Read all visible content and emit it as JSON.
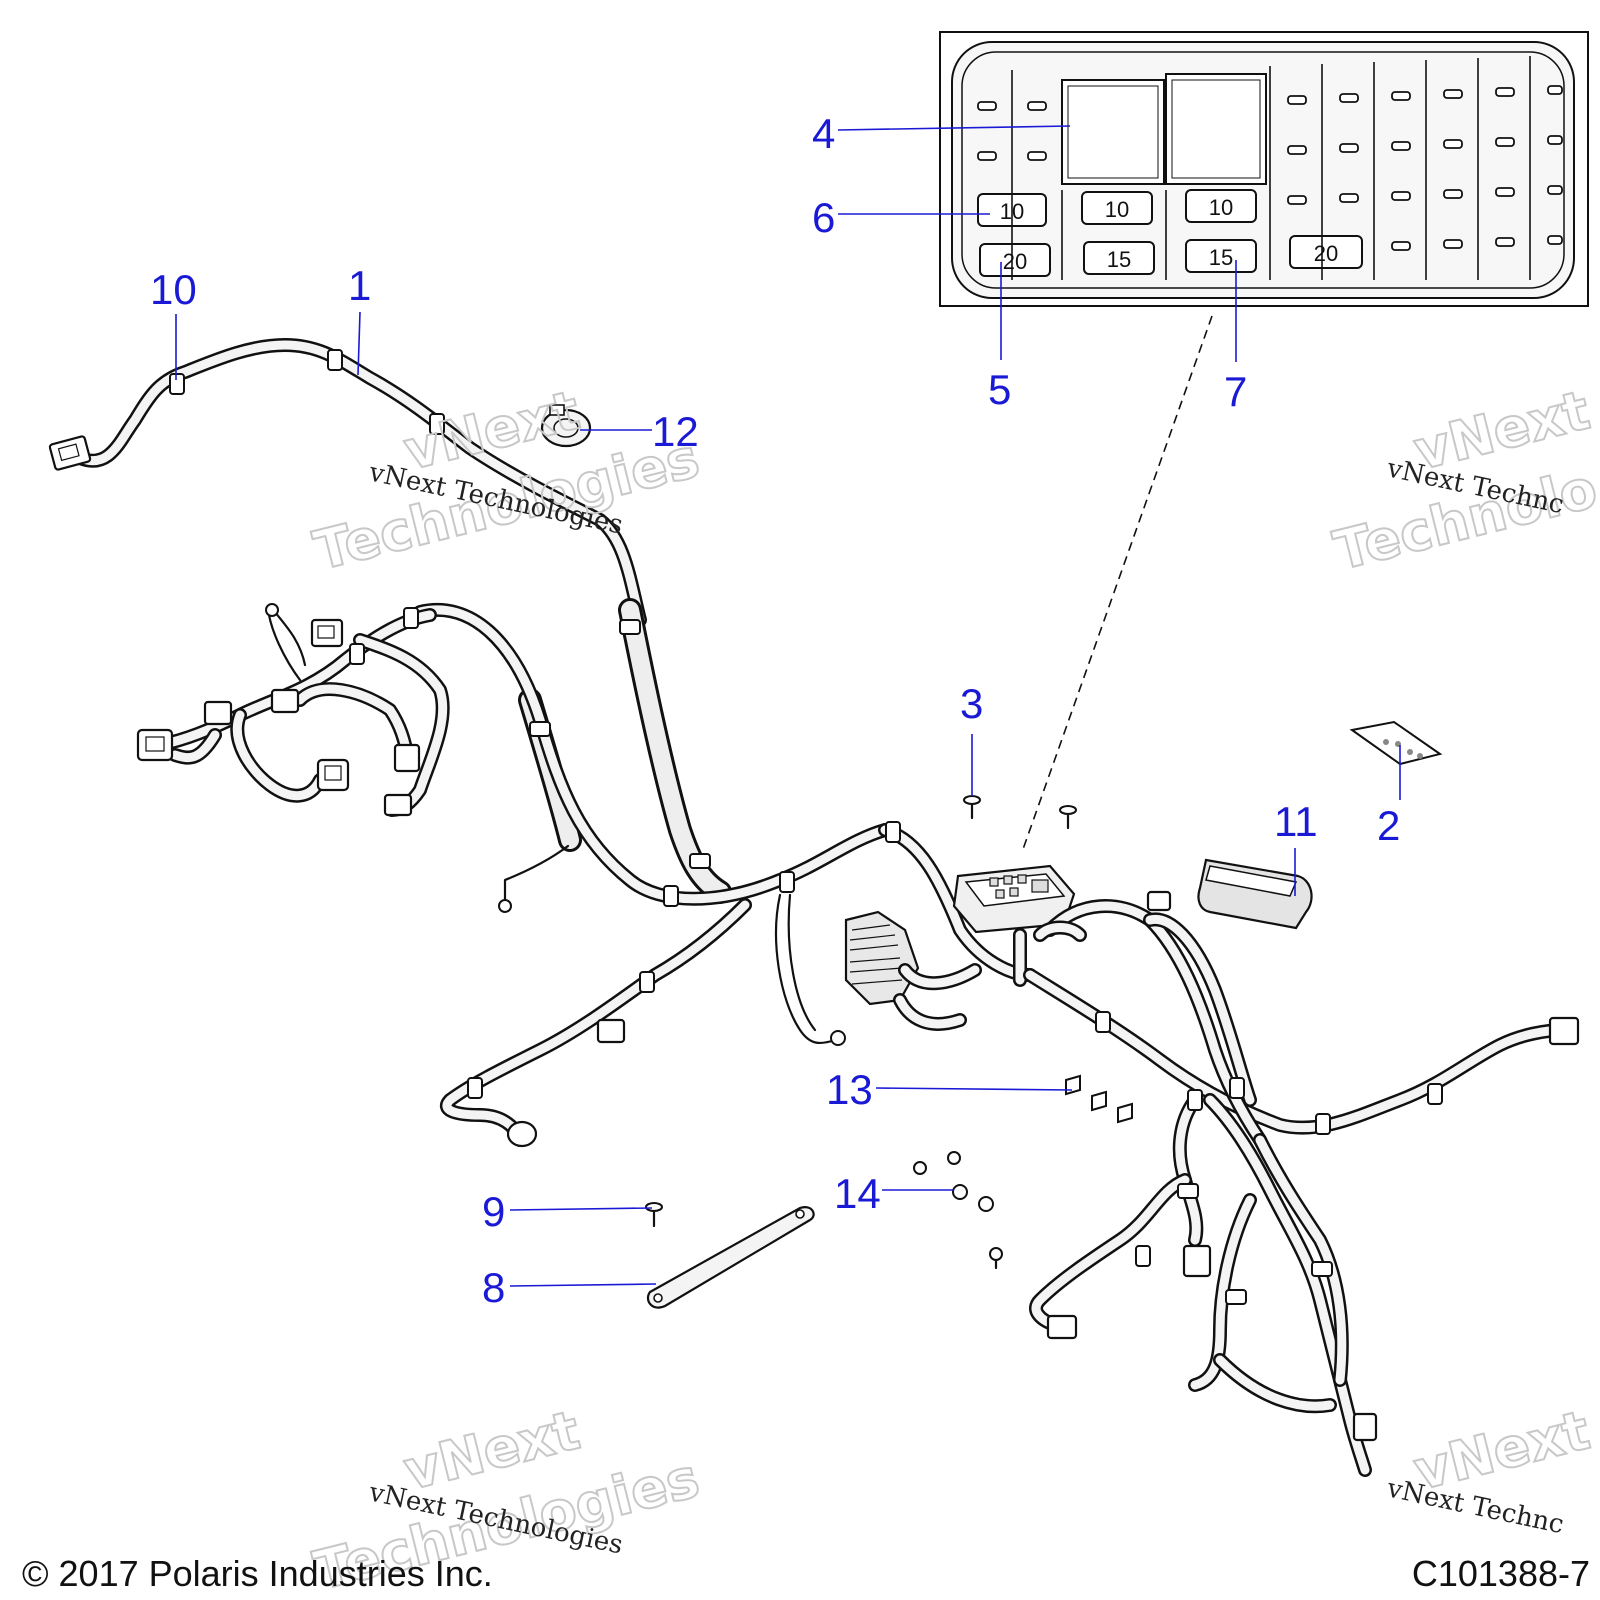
{
  "callouts": [
    {
      "id": "c1",
      "label": "1"
    },
    {
      "id": "c2",
      "label": "2"
    },
    {
      "id": "c3",
      "label": "3"
    },
    {
      "id": "c4",
      "label": "4"
    },
    {
      "id": "c5",
      "label": "5"
    },
    {
      "id": "c6",
      "label": "6"
    },
    {
      "id": "c7",
      "label": "7"
    },
    {
      "id": "c8",
      "label": "8"
    },
    {
      "id": "c9",
      "label": "9"
    },
    {
      "id": "c10",
      "label": "10"
    },
    {
      "id": "c11",
      "label": "11"
    },
    {
      "id": "c12",
      "label": "12"
    },
    {
      "id": "c13",
      "label": "13"
    },
    {
      "id": "c14",
      "label": "14"
    }
  ],
  "fuse_ratings": {
    "row1": [
      "10",
      "10",
      "10"
    ],
    "row2": [
      "20",
      "15",
      "15",
      "20"
    ]
  },
  "watermarks": {
    "small": "vNext Technologies",
    "small_cut": "vNext Technc",
    "big_line1": "vNext",
    "big_line2": "Technologies",
    "big_line2_cut": "Technolo"
  },
  "footer": {
    "copyright": "© 2017 Polaris Industries Inc.",
    "figure_code": "C101388-7"
  },
  "colors": {
    "callout": "#1a1ad6",
    "line_art": "#111111",
    "watermark": "#c8c8c8"
  }
}
